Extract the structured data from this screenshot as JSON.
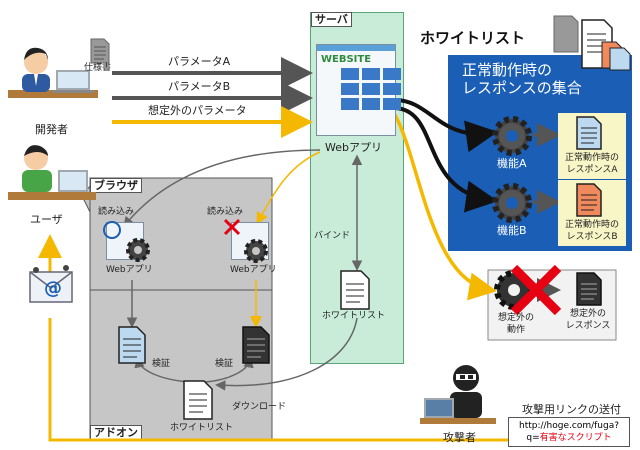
{
  "server": {
    "title": "サーバ",
    "webapp_label": "Webアプリ",
    "bind_label": "バインド",
    "whitelist_label": "ホワイトリスト",
    "website_text": "WEBSITE"
  },
  "developer": {
    "label": "開発者",
    "spec_label": "仕様書"
  },
  "params": {
    "a": "パラメータA",
    "b": "パラメータB",
    "unexpected": "想定外のパラメータ"
  },
  "whitelist_panel": {
    "title": "ホワイトリスト",
    "subtitle_line1": "正常動作時の",
    "subtitle_line2": "レスポンスの集合",
    "func_a": "機能A",
    "func_b": "機能B",
    "resp_a_line1": "正常動作時の",
    "resp_a_line2": "レスポンスA",
    "resp_b_line1": "正常動作時の",
    "resp_b_line2": "レスポンスB"
  },
  "unexpected": {
    "op_line1": "想定外の",
    "op_line2": "動作",
    "resp_line1": "想定外の",
    "resp_line2": "レスポンス"
  },
  "user": {
    "label": "ユーザ"
  },
  "browser": {
    "title": "ブラウザ",
    "load_left": "読み込み",
    "load_right": "読み込み",
    "webapp_left": "Webアプリ",
    "webapp_right": "Webアプリ"
  },
  "addon": {
    "title": "アドオン",
    "verify_left": "検証",
    "verify_right": "検証",
    "whitelist_label": "ホワイトリスト",
    "download_label": "ダウンロード"
  },
  "attacker": {
    "label": "攻撃者",
    "link_caption": "攻撃用リンクの送付",
    "url_line1": "http://hoge.com/fuga?",
    "url_prefix": "q=",
    "url_payload": "有害なスクリプト"
  },
  "colors": {
    "server_bg": "#c8ecd8",
    "panel_blue": "#1a5eb6",
    "arrow_yellow": "#f5b800",
    "browser_gray": "#c6c6c6",
    "doc_blue": "#bcd9f0",
    "doc_orange": "#f08a5d",
    "doc_black": "#333333",
    "red_x": "#e60012",
    "payload_red": "#e60012"
  }
}
